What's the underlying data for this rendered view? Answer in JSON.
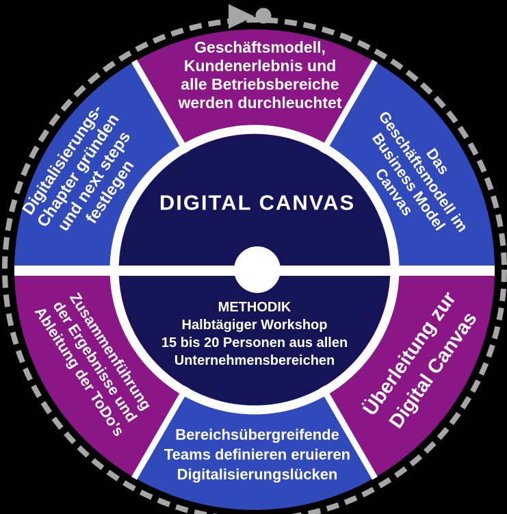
{
  "diagram_title": "DIGITAL CANVAS",
  "colors": {
    "background": "#000000",
    "purple": "#8B1786",
    "blue": "#3049BB",
    "navy": "#141457",
    "dash_gray": "#A6A6A6",
    "text": "#ffffff"
  },
  "outer_ring": {
    "dash_color": "#A6A6A6",
    "arrow_icon": "clockwise-direction-arrow",
    "start_marker": "dot"
  },
  "center": {
    "title": "DIGITAL CANVAS",
    "methodik_heading": "METHODIK",
    "methodik_line1": "Halbtägiger Workshop",
    "methodik_line2": "15 bis 20 Personen aus allen",
    "methodik_line3": "Unternehmensbereichen"
  },
  "segments": {
    "top": {
      "color": "#8B1786",
      "line1": "Geschäftsmodell,",
      "line2": "Kundenerlebnis und",
      "line3": "alle Betriebsbereiche",
      "line4": "werden durchleuchtet"
    },
    "top_right": {
      "color": "#3049BB",
      "line1": "Das",
      "line2": "Geschäftsmodell im",
      "line3": "Business Model",
      "line4": "Canvas"
    },
    "bottom_right": {
      "color": "#8B1786",
      "line1": "Überleitung zur",
      "line2": "Digital Canvas"
    },
    "bottom": {
      "color": "#3049BB",
      "line1": "Bereichsübergreifende",
      "line2": "Teams definieren eruieren",
      "line3": "Digitalisierungslücken"
    },
    "bottom_left": {
      "color": "#8B1786",
      "line1": "Zusammenführung",
      "line2": "der Ergebnisse und",
      "line3": "Ableitung der ToDo's"
    },
    "top_left": {
      "color": "#3049BB",
      "line1": "Digitalisierungs-",
      "line2": "Chapter gründen",
      "line3": "und next steps",
      "line4": "festlegen"
    }
  }
}
